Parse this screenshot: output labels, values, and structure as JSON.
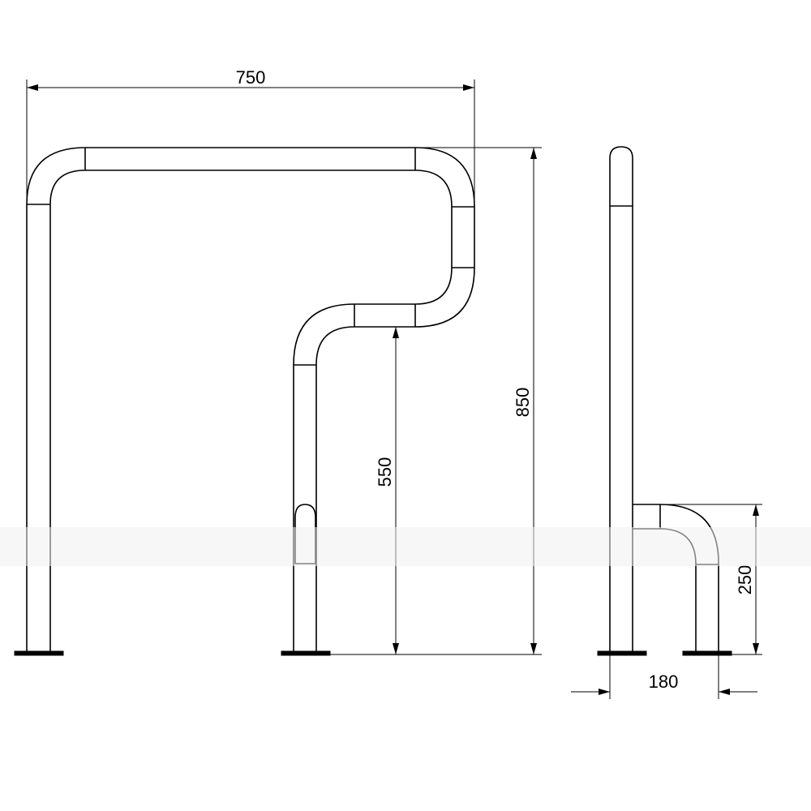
{
  "dimensions": {
    "overall_width": "750",
    "overall_height": "850",
    "lower_grip_height": "550",
    "side_height": "250",
    "side_depth": "180"
  }
}
